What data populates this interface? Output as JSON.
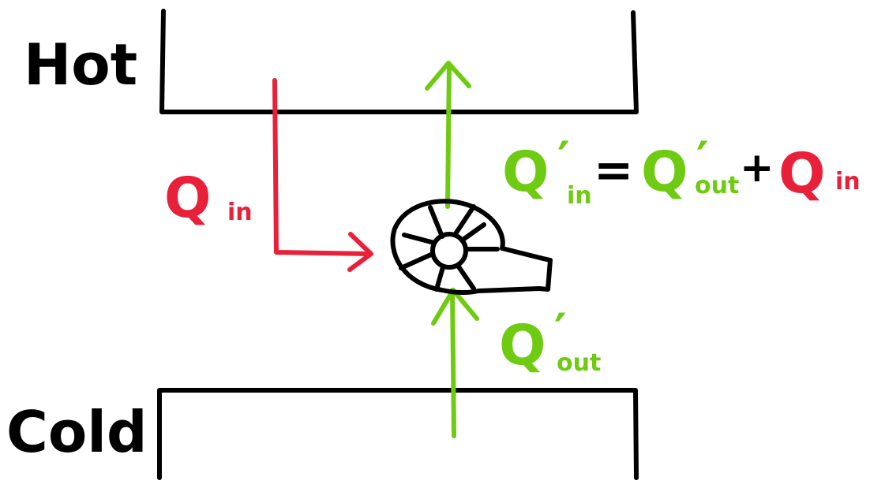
{
  "labels": {
    "hot": "Hot",
    "cold": "Cold"
  },
  "equation": {
    "lhs_symbol": "Q",
    "lhs_prime": "′",
    "lhs_subscript": "in",
    "equals": "=",
    "rhs1_symbol": "Q",
    "rhs1_prime": "′",
    "rhs1_subscript": "out",
    "plus": "+",
    "rhs2_symbol": "Q",
    "rhs2_subscript": "in"
  },
  "heat_in_label": {
    "symbol": "Q",
    "subscript": "in"
  },
  "heat_out_label": {
    "symbol": "Q",
    "prime": "′",
    "subscript": "out"
  },
  "colors": {
    "ink": "#000000",
    "heat_red": "#e8203a",
    "flow_green": "#6ecb12"
  },
  "icons": {
    "pump": "heat-pump-icon"
  }
}
